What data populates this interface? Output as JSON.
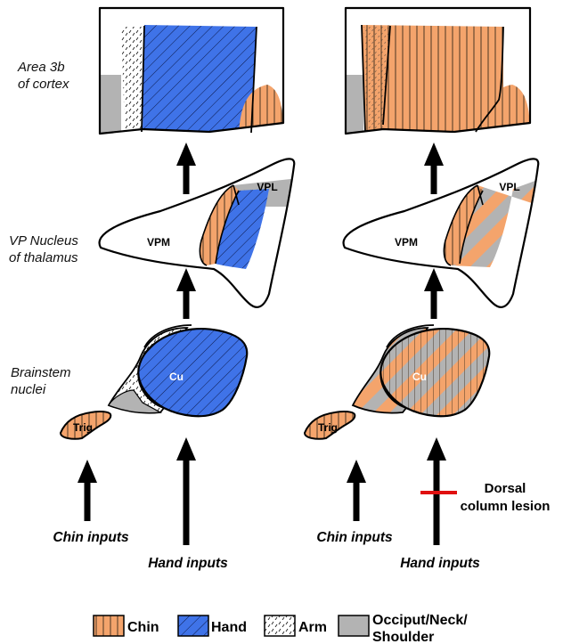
{
  "colors": {
    "chin": "#f4a46c",
    "hand": "#3f73e8",
    "occiput": "#b3b3b3",
    "lesion": "#e01010"
  },
  "labels": {
    "cortex_line1": "Area 3b",
    "cortex_line2": "of cortex",
    "thalamus_line1": "VP Nucleus",
    "thalamus_line2": "of thalamus",
    "brainstem_line1": "Brainstem",
    "brainstem_line2": "nuclei",
    "vpm": "VPM",
    "vpl": "VPL",
    "cu": "Cu",
    "trig": "Trig",
    "chin_inputs": "Chin inputs",
    "hand_inputs": "Hand inputs",
    "lesion_line1": "Dorsal",
    "lesion_line2": "column lesion"
  },
  "legend": [
    {
      "key": "chin",
      "label": "Chin",
      "icon": "chin-swatch"
    },
    {
      "key": "hand",
      "label": "Hand",
      "icon": "hand-swatch"
    },
    {
      "key": "arm",
      "label": "Arm",
      "icon": "arm-swatch"
    },
    {
      "key": "occiput",
      "label_line1": "Occiput/Neck/",
      "label_line2": "Shoulder",
      "icon": "occiput-swatch"
    }
  ]
}
